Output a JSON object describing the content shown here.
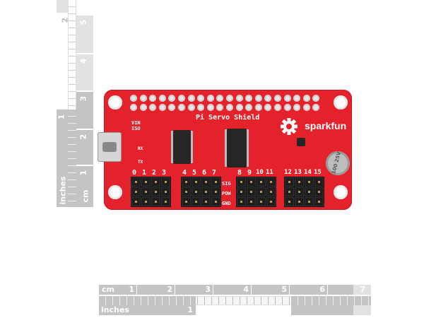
{
  "board": {
    "title": "Pi Servo Shield",
    "brand": "sparkfun",
    "vin_label": "VIN",
    "iso_label": "ISO",
    "rx_label": "RX",
    "tx_label": "TX",
    "row_labels": [
      "SIG",
      "POW",
      "GND"
    ],
    "channels": [
      "0",
      "1",
      "2",
      "3",
      "4",
      "5",
      "6",
      "7",
      "8",
      "9",
      "10",
      "11",
      "12",
      "13",
      "14",
      "15"
    ],
    "capacitor_text": "100 25V",
    "colors": {
      "pcb": "#e3222b",
      "silk": "#ffffff"
    }
  },
  "ruler_horizontal": {
    "cm_label": "cm",
    "cm_ticks": [
      "1",
      "2",
      "3",
      "4",
      "5",
      "6",
      "7"
    ],
    "inch_label": "inches",
    "inch_ticks": [
      "1"
    ]
  },
  "ruler_vertical": {
    "cm_label": "cm",
    "cm_ticks": [
      "1",
      "2",
      "3",
      "4",
      "5"
    ],
    "inch_label": "inches",
    "inch_ticks": [
      "1",
      "2"
    ]
  }
}
